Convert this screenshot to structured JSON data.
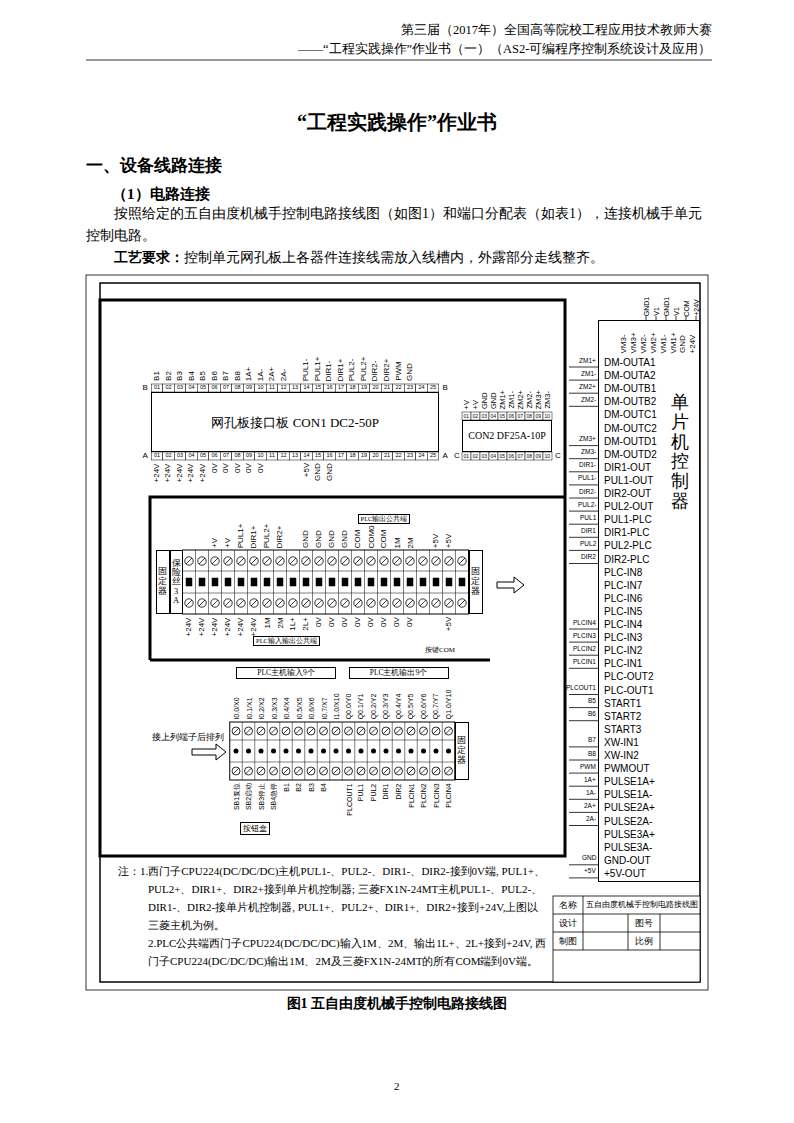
{
  "diagram": {
    "title": "“工程实践操作”作业书",
    "caption": "图1 五自由度机械手控制电路接线图",
    "nodes": [
      {
        "text": [
          "网孔板接口板 CON1 DC2-50P"
        ]
      },
      {
        "text": [
          "CON2 DF25A-10P"
        ]
      },
      {
        "text": [
          "单片机控制器",
          "VM3-",
          "VM3+",
          "VM2-",
          "VM2+",
          "VM1-",
          "VM1+",
          "GND",
          "+24V",
          "DM-OUTA1",
          "DM-OUTA2",
          "DM-OUTB1",
          "DM-OUTB2",
          "DM-OUTC1",
          "DM-OUTC2",
          "DM-OUTD1",
          "DM-OUTD2",
          "DIR1-OUT",
          "PUL1-OUT",
          "DIR2-OUT",
          "PUL2-OUT",
          "PUL1-PLC",
          "DIR1-PLC",
          "PUL2-PLC",
          "DIR2-PLC",
          "PLC-IN8",
          "PLC-IN7",
          "PLC-IN6",
          "PLC-IN5",
          "PLC-IN4",
          "PLC-IN3",
          "PLC-IN2",
          "PLC-IN1",
          "PLC-OUT2",
          "PLC-OUT1",
          "START1",
          "START2",
          "START3",
          "XW-IN1",
          "XW-IN2",
          "PWMOUT",
          "PULSE1A+",
          "PULSE1A-",
          "PULSE2A+",
          "PULSE2A-",
          "PULSE3A+",
          "PULSE3A-",
          "GND-OUT",
          "+5V-OUT"
        ]
      },
      {
        "text": [
          "固定器"
        ]
      },
      {
        "text": [
          "保险丝3A"
        ]
      },
      {
        "text": [
          "固定器"
        ]
      },
      {
        "text": [
          "PLC输出公共端"
        ]
      },
      {
        "text": [
          "PLC输入输出公共端"
        ]
      },
      {
        "text": [
          "PLC主机输入9个"
        ]
      },
      {
        "text": [
          "PLC主机输出9个"
        ]
      },
      {
        "text": [
          "固定器"
        ]
      },
      {
        "text": [
          "按钮盒"
        ]
      }
    ],
    "labels": [
      "第三届（2017年）全国高等院校工程应用技术教师大赛",
      "——“工程实践操作”作业书（一）（AS2-可编程序控制系统设计及应用）",
      "一、设备线路连接",
      "（1）电路连接",
      "按照给定的五自由度机械手控制电路接线图（如图1）和端口分配表（如表1），连接机械手单元控制电路。",
      "工艺要求：",
      "控制单元网孔板上各器件连接线需放入线槽内，外露部分走线整齐。",
      "B1",
      "B2",
      "B3",
      "B4",
      "B5",
      "B6",
      "B7",
      "B8",
      "1A+",
      "1A-",
      "2A+",
      "2A-",
      "PUL1-",
      "PUL1+",
      "DIR1-",
      "DIR1+",
      "PUL2-",
      "PUL2+",
      "DIR2-",
      "DIR2+",
      "PWM",
      "GND",
      "01",
      "02",
      "03",
      "04",
      "05",
      "06",
      "07",
      "08",
      "09",
      "10",
      "11",
      "12",
      "13",
      "14",
      "15",
      "16",
      "17",
      "18",
      "19",
      "20",
      "21",
      "22",
      "23",
      "24",
      "25",
      "01",
      "02",
      "03",
      "04",
      "05",
      "06",
      "07",
      "08",
      "09",
      "10",
      "11",
      "12",
      "13",
      "14",
      "15",
      "16",
      "17",
      "18",
      "19",
      "20",
      "21",
      "22",
      "23",
      "24",
      "25",
      "+24V",
      "+24V",
      "+24V",
      "+24V",
      "+24V",
      "0V",
      "0V",
      "0V",
      "0V",
      "0V",
      "+5V",
      "GND",
      "GND",
      "+V",
      "+V",
      "GND",
      "GND",
      "ZM1+",
      "ZM1-",
      "ZM2+",
      "ZM2-",
      "ZM3+",
      "ZM3-",
      "01",
      "02",
      "03",
      "04",
      "05",
      "06",
      "07",
      "08",
      "09",
      "10",
      "01",
      "02",
      "03",
      "04",
      "05",
      "06",
      "07",
      "08",
      "09",
      "10",
      "B",
      "B",
      "A",
      "A",
      "C",
      "C",
      "+V",
      "+V",
      "PUL1+",
      "DIR1+",
      "PUL2+",
      "DIR2+",
      "GND",
      "GND",
      "GND",
      "GND",
      "COM",
      "COM0",
      "COM",
      "1M",
      "2M",
      "+5V",
      "+5V",
      "+24V",
      "+24V",
      "+24V",
      "+24V",
      "+24V",
      "+24V",
      "1M",
      "2M",
      "1L+",
      "2L+",
      "0V",
      "0V",
      "0V",
      "0V",
      "0V",
      "0V",
      "0V",
      "0V",
      "+5V",
      "按键COM",
      "I0.0/X0",
      "I0.1/X1",
      "I0.2/X2",
      "I0.3/X3",
      "I0.4/X4",
      "I0.5/X5",
      "I0.6/X6",
      "I0.7/X7",
      "I1.0/X10",
      "Q0.0/Y0",
      "Q0.1/Y1",
      "Q0.2/Y2",
      "Q0.3/Y3",
      "Q0.4/Y4",
      "Q0.5/Y5",
      "Q0.6/Y6",
      "Q0.7/Y7",
      "Q1.0/Y10",
      "SB1复位",
      "SB2启动",
      "SB3停止",
      "SB4急停",
      "B1",
      "B2",
      "B3",
      "B4",
      "PLCOUT1",
      "PUL1",
      "PUL2",
      "DIR1",
      "DIR2",
      "PLCIN1",
      "PLCIN2",
      "PLCIN3",
      "PLCIN4",
      "接上列端子后排列",
      "ZM1+",
      "ZM1-",
      "ZM2+",
      "ZM2-",
      "ZM3+",
      "ZM3-",
      "DIR1-",
      "PUL1-",
      "DIR2-",
      "PUL2-",
      "PUL1",
      "DIR1",
      "PUL2",
      "DIR2",
      "PLCIN4",
      "PLCIN3",
      "PLCIN2",
      "PLCIN1",
      "PLCOUT1",
      "B5",
      "B6",
      "B7",
      "B8",
      "PWM",
      "1A+",
      "1A-",
      "2A+",
      "2A-",
      "GND",
      "+5V",
      "GND1",
      "V1",
      "GND1",
      "V1",
      "COM",
      "+24V",
      "注：1.西门子CPU224(DC/DC/DC)主机PUL1-、PUL2-、DIR1-、DIR2-接到0V端, PUL1+、PUL2+、DIR1+、DIR2+接到单片机控制器; 三菱FX1N-24MT主机PUL1-、PUL2-、DIR1-、DIR2-接单片机控制器, PUL1+、PUL2+、DIR1+、DIR2+接到+24V,上图以三菱主机为例。",
      "2.PLC公共端西门子CPU224(DC/DC/DC)输入1M、2M、输出1L+、2L+接到+24V, 西门子CPU224(DC/DC/DC)输出1M、2M及三菱FX1N-24MT的所有COM端到0V端。",
      "名称",
      "五自由度机械手控制电路接线图",
      "设计",
      "图号",
      "制图",
      "比例",
      "2"
    ]
  }
}
